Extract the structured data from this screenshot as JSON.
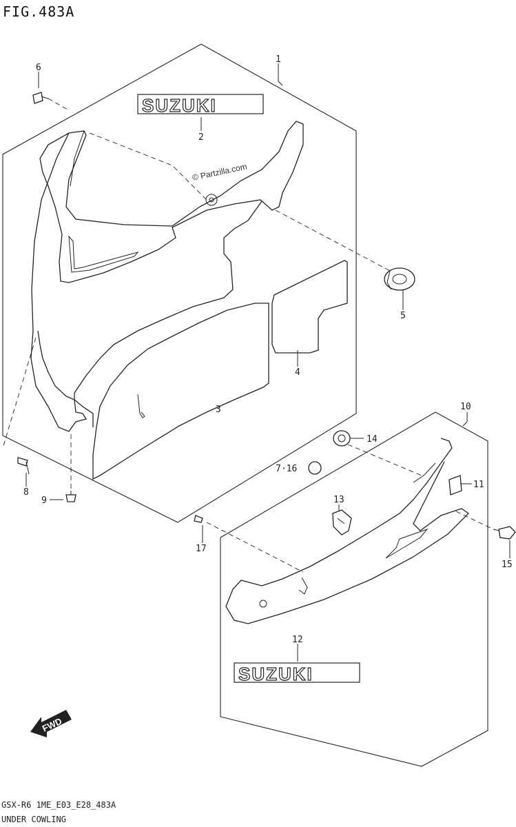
{
  "figure": {
    "title": "FIG.483A",
    "code": "GSX-R6 1ME_E03_E28_483A",
    "name": "UNDER COWLING",
    "watermark": "© Partzilla.com"
  },
  "logos": {
    "upper": "SUZUKI",
    "lower": "SUZUKI",
    "fwd": "FWD"
  },
  "callouts": {
    "c1": "1",
    "c2": "2",
    "c3": "3",
    "c4": "4",
    "c5": "5",
    "c6": "6",
    "c8": "8",
    "c9": "9",
    "c10": "10",
    "c11": "11",
    "c12": "12",
    "c13": "13",
    "c14": "14",
    "c15": "15",
    "c16": "7·16",
    "c17": "17"
  }
}
